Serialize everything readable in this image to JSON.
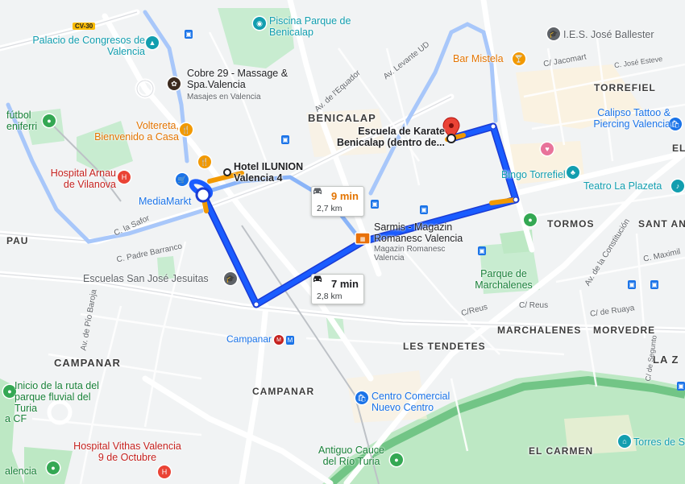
{
  "districts": {
    "benicalap": "BENICALAP",
    "torrefiel": "TORREFIEL",
    "tormos": "TORMOS",
    "sant_an": "SANT AN",
    "marchalenes": "MARCHALENES",
    "morvedre": "MORVEDRE",
    "la_za": "LA Z",
    "campanar_w": "CAMPANAR",
    "campanar_c": "CAMPANAR",
    "les_tendetes": "LES TENDETES",
    "el_carmen": "EL CARMEN",
    "pau": "PAU"
  },
  "pois": {
    "piscina": "Piscina Parque de Benicalap",
    "palacio": "Palacio de Congresos de Valencia",
    "cobre": "Cobre 29 - Massage & Spa.Valencia",
    "cobre_sub": "Masajes en Valencia",
    "voltereta": "Voltereta, Bienvenido a Casa",
    "futbol": "fútbol eniferri",
    "hospital_arnau": "Hospital Arnau de Vilanova",
    "mediamarkt": "MediaMarkt",
    "hotel": "Hotel ILUNION Valencia 4",
    "escuela_karate": "Escuela de Karate Benicalap (dentro de...",
    "ies": "I.E.S. José Ballester",
    "bar_mistela": "Bar Mistela",
    "calipso": "Calipso Tattoo & Piercing Valencia",
    "bingo": "Bingo Torrefiel",
    "teatro": "Teatro La Plazeta",
    "sarmis": "Sarmis - Magazin Romanesc Valencia",
    "sarmis_sub": "Magazin Romanesc Valencia",
    "escuelas_sj": "Escuelas San José Jesuitas",
    "parque_march": "Parque de Marchalenes",
    "campanar_metro": "Campanar",
    "inicio_turia": "Inicio de la ruta del parque fluvial del Turia",
    "centro_comercial": "Centro Comercial Nuevo Centro",
    "hospital_vithas": "Hospital Vithas Valencia 9 de Octubre",
    "antiguo_cauce": "Antiguo Cauce del Río Turia",
    "torres": "Torres de S",
    "valencia_cf": "a CF",
    "valencia_left": "alencia",
    "el": "EL"
  },
  "streets": {
    "cv30": "CV-30",
    "levante_ud": "Av. Levante UD",
    "equador": "Av. de l'Equador",
    "jacomart": "C/ Jacomart",
    "jose_esteve": "C. José Esteve",
    "la_safor": "C. la Safor",
    "padre_barranco": "C. Padre Barranco",
    "pio_baroja": "Av. de Pío Baroja",
    "reus_a": "C/Reus",
    "reus_b": "C/ Reus",
    "ruaya": "C/ de Ruaya",
    "constitucion": "Av. de la Constitución",
    "maximil": "C. Maximil",
    "segunto": "C/ de Segunto"
  },
  "routes": {
    "primary": {
      "time": "7 min",
      "distance": "2,8 km",
      "color": "#1a73e8"
    },
    "alternate": {
      "time": "9 min",
      "distance": "2,7 km",
      "color": "#e37400"
    }
  },
  "colors": {
    "route": "#0f53ff",
    "traffic": "#f29900",
    "park": "#bde8c4",
    "river": "#34a853",
    "destination_pin": "#ea4335"
  },
  "icons": {
    "car": "car-icon",
    "destination": "location-pin-icon"
  }
}
